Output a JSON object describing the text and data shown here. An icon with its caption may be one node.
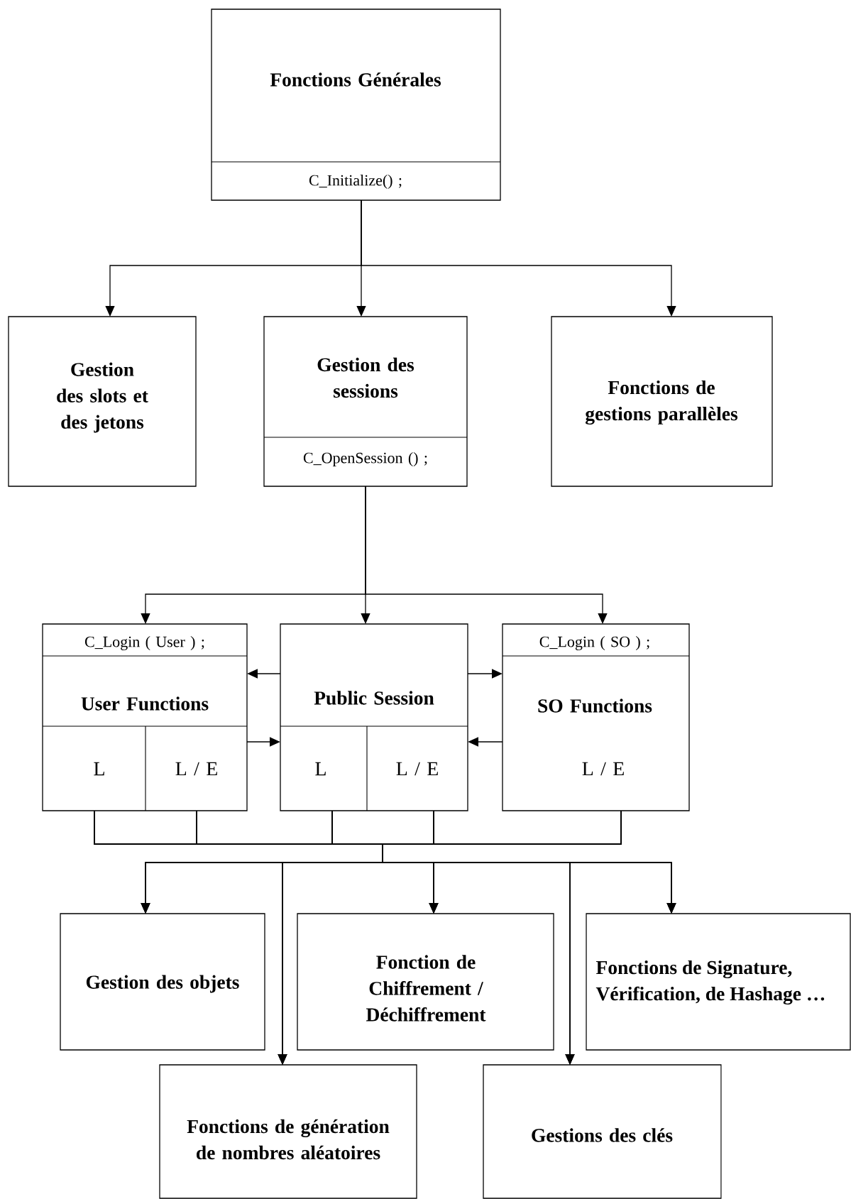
{
  "diagram": {
    "nodes": [
      {
        "text": [
          "Fonctions Générales",
          "C_Initialize() ;"
        ]
      },
      {
        "text": [
          "Gestion des slots et des jetons"
        ]
      },
      {
        "text": [
          "Gestion des sessions",
          "C_OpenSession () ;"
        ]
      },
      {
        "text": [
          "Fonctions de gestions parallèles"
        ]
      },
      {
        "text": [
          "C_Login ( User ) ;",
          "User Functions",
          "L",
          "L / E"
        ]
      },
      {
        "text": [
          "Public Session",
          "L",
          "L / E"
        ]
      },
      {
        "text": [
          "C_Login ( SO ) ;",
          "SO Functions",
          "L / E"
        ]
      },
      {
        "text": [
          "Gestion des objets"
        ]
      },
      {
        "text": [
          "Fonction de Chiffrement / Déchiffrement"
        ]
      },
      {
        "text": [
          "Fonctions de Signature, Vérification, de Hashage …"
        ]
      },
      {
        "text": [
          "Fonctions de génération de nombres aléatoires"
        ]
      },
      {
        "text": [
          "Gestions des clés"
        ]
      }
    ],
    "edges": [
      {
        "from": 0,
        "to": 1,
        "arrow": "to"
      },
      {
        "from": 0,
        "to": 2,
        "arrow": "to"
      },
      {
        "from": 0,
        "to": 3,
        "arrow": "to"
      },
      {
        "from": 2,
        "to": 4,
        "arrow": "to"
      },
      {
        "from": 2,
        "to": 5,
        "arrow": "to"
      },
      {
        "from": 2,
        "to": 6,
        "arrow": "to"
      },
      {
        "from": 5,
        "to": 4,
        "arrow": "to"
      },
      {
        "from": 4,
        "to": 5,
        "arrow": "to"
      },
      {
        "from": 5,
        "to": 6,
        "arrow": "to"
      },
      {
        "from": 6,
        "to": 5,
        "arrow": "to"
      },
      {
        "from": 4,
        "to": 7,
        "arrow": "to"
      },
      {
        "from": 4,
        "to": 10,
        "arrow": "to"
      },
      {
        "from": 4,
        "to": 8,
        "arrow": "to"
      },
      {
        "from": 4,
        "to": 11,
        "arrow": "to"
      },
      {
        "from": 4,
        "to": 9,
        "arrow": "to"
      },
      {
        "from": 5,
        "to": 7,
        "arrow": "to"
      },
      {
        "from": 5,
        "to": 10,
        "arrow": "to"
      },
      {
        "from": 5,
        "to": 8,
        "arrow": "to"
      },
      {
        "from": 5,
        "to": 11,
        "arrow": "to"
      },
      {
        "from": 5,
        "to": 9,
        "arrow": "to"
      },
      {
        "from": 6,
        "to": 7,
        "arrow": "to"
      },
      {
        "from": 6,
        "to": 10,
        "arrow": "to"
      },
      {
        "from": 6,
        "to": 8,
        "arrow": "to"
      },
      {
        "from": 6,
        "to": 11,
        "arrow": "to"
      },
      {
        "from": 6,
        "to": 9,
        "arrow": "to"
      }
    ]
  }
}
